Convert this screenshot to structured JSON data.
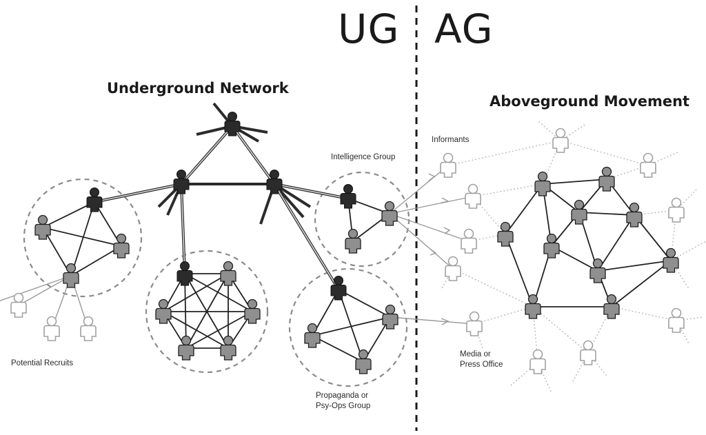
{
  "header": {
    "ug": "UG",
    "ag": "AG"
  },
  "titles": {
    "underground": "Underground Network",
    "aboveground": "Aboveground Movement"
  },
  "labels": {
    "intelligence": "Intelligence Group",
    "informants": "Informants",
    "potential_recruits": "Potential Recruits",
    "propaganda": [
      "Propaganda or",
      "Psy-Ops Group"
    ],
    "media": [
      "Media or",
      "Press Office"
    ]
  },
  "colors": {
    "leader": "#2b2b2b",
    "member": "#8f8f8f",
    "outer": "#ffffff",
    "outer_stroke": "#9a9a9a",
    "ink": "#1a1a1a"
  }
}
